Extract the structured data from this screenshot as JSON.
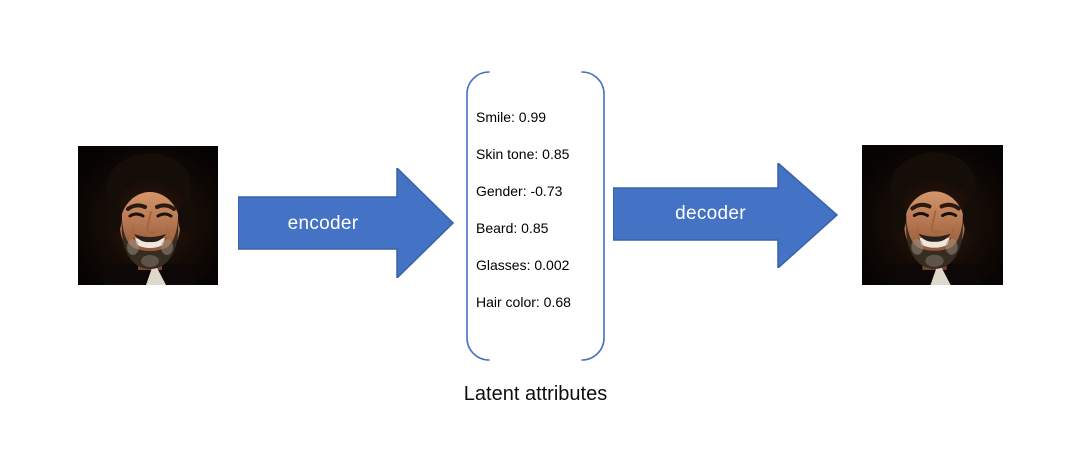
{
  "encoder": {
    "label": "encoder"
  },
  "decoder": {
    "label": "decoder"
  },
  "latent": {
    "caption": "Latent attributes",
    "attributes": [
      {
        "name": "Smile",
        "value": "0.99",
        "label": "Smile: 0.99"
      },
      {
        "name": "Skin tone",
        "value": "0.85",
        "label": "Skin tone: 0.85"
      },
      {
        "name": "Gender",
        "value": "-0.73",
        "label": "Gender: -0.73"
      },
      {
        "name": "Beard",
        "value": "0.85",
        "label": "Beard: 0.85"
      },
      {
        "name": "Glasses",
        "value": "0.002",
        "label": "Glasses: 0.002"
      },
      {
        "name": "Hair color",
        "value": "0.68",
        "label": "Hair color: 0.68"
      }
    ]
  },
  "images": {
    "input_face": "smiling-bearded-man-portrait",
    "output_face": "smiling-bearded-man-portrait"
  },
  "colors": {
    "arrow_fill": "#4472C4",
    "bracket_stroke": "#4472C4",
    "arrow_text": "#FFFFFF",
    "attribute_text": "#000000"
  }
}
